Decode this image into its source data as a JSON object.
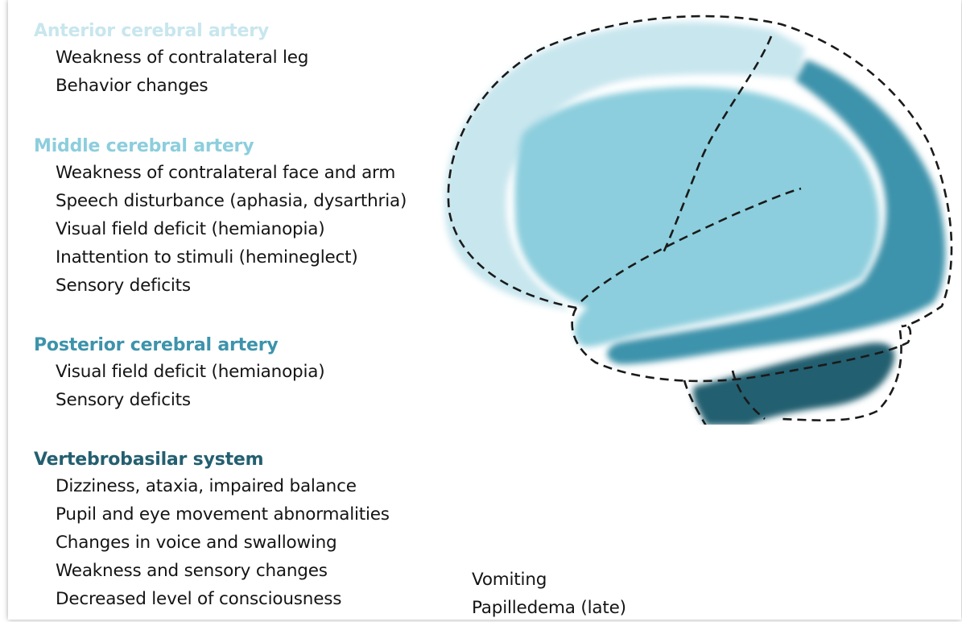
{
  "colors": {
    "anterior": "#c8e6ee",
    "middle": "#8ccedd",
    "posterior": "#3d93ab",
    "vertebrobasilar": "#235f70",
    "text": "#141414",
    "outline": "#1a1a1a"
  },
  "sections": [
    {
      "heading": "Anterior cerebral artery",
      "items": [
        "Weakness of contralateral leg",
        "Behavior changes"
      ]
    },
    {
      "heading": "Middle cerebral artery",
      "items": [
        "Weakness of contralateral face and arm",
        "Speech disturbance (aphasia, dysarthria)",
        "Visual field deficit (hemianopia)",
        "Inattention to stimuli (hemineglect)",
        "Sensory deficits"
      ]
    },
    {
      "heading": "Posterior cerebral artery",
      "items": [
        "Visual field deficit (hemianopia)",
        "Sensory deficits"
      ]
    },
    {
      "heading": "Vertebrobasilar system",
      "items": [
        "Dizziness, ataxia, impaired balance",
        "Pupil and eye movement abnormalities",
        "Changes in voice and swallowing",
        "Weakness and sensory changes",
        "Decreased level of consciousness"
      ]
    }
  ],
  "extra_items": [
    "Vomiting",
    "Papilledema (late)"
  ]
}
